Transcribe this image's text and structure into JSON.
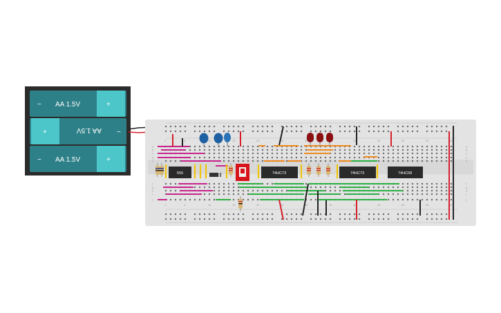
{
  "battery_pack": {
    "cells": [
      {
        "label": "AA 1.5V",
        "minus": "−",
        "plus": "+",
        "flipped": false
      },
      {
        "label": "AA 1.5V",
        "minus": "−",
        "plus": "+",
        "flipped": true
      },
      {
        "label": "AA 1.5V",
        "minus": "−",
        "plus": "+",
        "flipped": false
      }
    ]
  },
  "chips": [
    {
      "label": "555"
    },
    {
      "label": "74HC73"
    },
    {
      "label": "74HC73"
    },
    {
      "label": "74HC08"
    }
  ],
  "breadboard": {
    "column_numbers": [
      "1",
      "5",
      "10",
      "15",
      "20",
      "25",
      "30",
      "35",
      "40",
      "45",
      "50",
      "55",
      "60"
    ],
    "row_letters_top": [
      "a",
      "b",
      "c",
      "d",
      "e"
    ],
    "row_letters_bottom": [
      "f",
      "g",
      "h",
      "i",
      "j"
    ]
  },
  "colors": {
    "board": "#e3e3e3",
    "battery_cell": "#2e8088",
    "battery_terminal": "#4cc6c9",
    "chip": "#2a2a2a",
    "power_rail": "#d6202a",
    "ground_rail": "#222222",
    "dip_switch": "#d8141b",
    "led": "#8b1012",
    "capacitor": "#1f5fa3"
  }
}
